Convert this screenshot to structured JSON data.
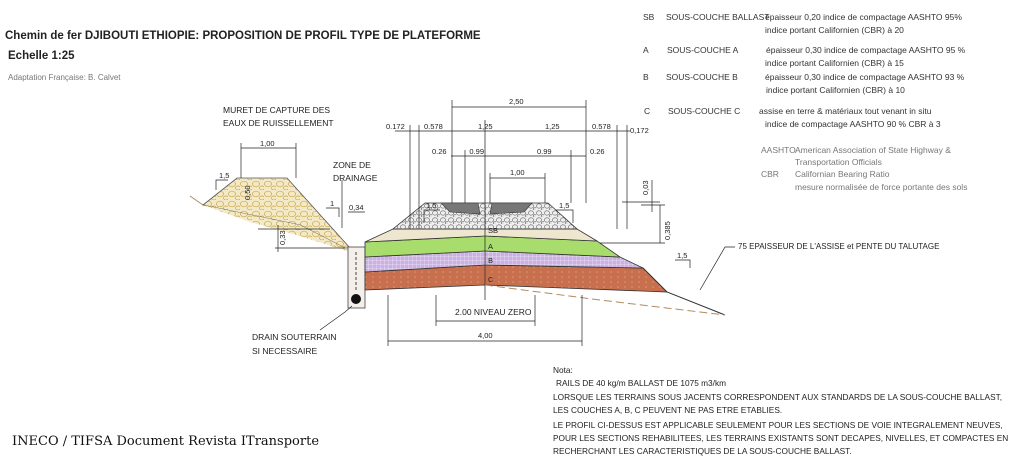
{
  "header": {
    "title": "Chemin de fer DJIBOUTI ETHIOPIE: PROPOSITION DE PROFIL TYPE DE PLATEFORME",
    "scale": "Echelle 1:25",
    "author": "Adaptation Française: B. Calvet"
  },
  "legend": [
    {
      "code": "SB",
      "name": "SOUS-COUCHE BALLAST",
      "line1": "épaisseur 0,20  indice de compactage AASHTO 95%",
      "line2": "indice portant Californien (CBR) à 20",
      "color": "#efe6cf"
    },
    {
      "code": "A",
      "name": "SOUS-COUCHE A",
      "line1": "épaisseur 0,30 indice de compactage AASHTO 95 %",
      "line2": "indice portant Californien (CBR) à 15",
      "color": "#a8dc6c"
    },
    {
      "code": "B",
      "name": "SOUS-COUCHE B",
      "line1": "épaisseur 0,30 indice de compactage AASHTO 93 %",
      "line2": "indice portant Californien (CBR) à 10",
      "color": "#cbb1e3"
    },
    {
      "code": "C",
      "name": "SOUS-COUCHE C",
      "line1": "assise en terre & matériaux tout venant in situ",
      "line2": "indice de compactage AASHTO 90 % CBR à 3",
      "color": "#c8704e"
    }
  ],
  "abbreviations": [
    {
      "abbr": "AASHTO",
      "line1": "American Association of State Highway &",
      "line2": "Transportation Officials"
    },
    {
      "abbr": "CBR",
      "line1": "Californian Bearing Ratio",
      "line2": "mesure normalisée de force portante des sols"
    }
  ],
  "labels": {
    "muret1": "MURET DE CAPTURE DES",
    "muret2": "EAUX DE RUISSELLEMENT",
    "zone1": "ZONE DE",
    "zone2": "DRAINAGE",
    "drain1": "DRAIN SOUTERRAIN",
    "drain2": "SI NECESSAIRE",
    "epaisseur": "75 EPAISSEUR DE L'ASSISE et PENTE DU TALUTAGE",
    "niveau_zero": "2.00 NIVEAU ZERO",
    "layer_sb": "SB",
    "layer_a": "A",
    "layer_b": "B",
    "layer_c": "C"
  },
  "dimensions": {
    "d250": "2,50",
    "d0172l": "0.172",
    "d0578l": "0.578",
    "d125l": "1,25",
    "d125r": "1,25",
    "d0578r": "0.578",
    "d0172r": "0,172",
    "d026l": "0.26",
    "d099l": "0.99",
    "d099r": "0.99",
    "d026r": "0.26",
    "d100": "1,00",
    "d100m": "1,00",
    "d050": "0,50",
    "d033": "0,33",
    "d034": "0,34",
    "d003": "0,03",
    "d0385": "0,385",
    "d400": "4,00",
    "s15a": "1,5",
    "s15b": "1,5",
    "s15c": "1,5",
    "s15d": "1,5",
    "one": "1"
  },
  "notes": {
    "title": "Nota:",
    "lines": [
      "RAILS DE 40 kg/m BALLAST DE 1075 m3/km",
      "LORSQUE LES TERRAINS SOUS JACENTS CORRESPONDENT AUX STANDARDS DE LA SOUS-COUCHE BALLAST,",
      "LES COUCHES A, B, C PEUVENT NE PAS ETRE ETABLIES.",
      "LE PROFIL CI-DESSUS EST APPLICABLE SEULEMENT POUR LES SECTIONS DE VOIE INTEGRALEMENT NEUVES,",
      "POUR LES SECTIONS REHABILITEES, LES TERRAINS EXISTANTS SONT DECAPES, NIVELLES, ET COMPACTES EN",
      "RECHERCHANT LES CARACTERISTIQUES DE LA SOUS-COUCHE BALLAST."
    ]
  },
  "footer": "INECO / TIFSA  Document Revista ITransporte"
}
